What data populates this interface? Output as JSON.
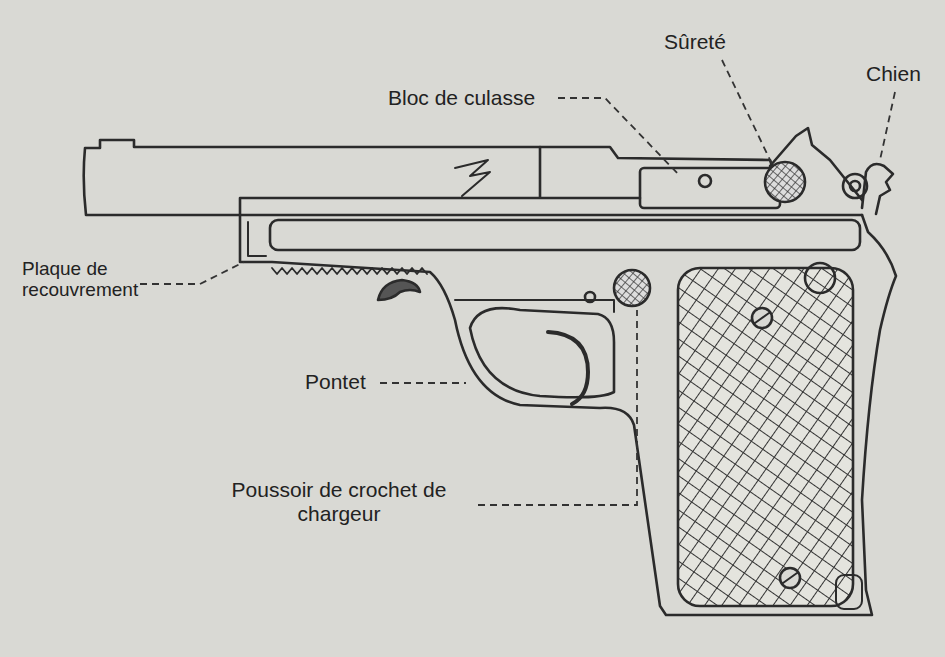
{
  "diagram": {
    "labels": [
      "Sûreté",
      "Chien",
      "Bloc de culasse",
      "Plaque de recouvrement",
      "Pontet",
      "Poussoir de crochet de chargeur"
    ]
  }
}
